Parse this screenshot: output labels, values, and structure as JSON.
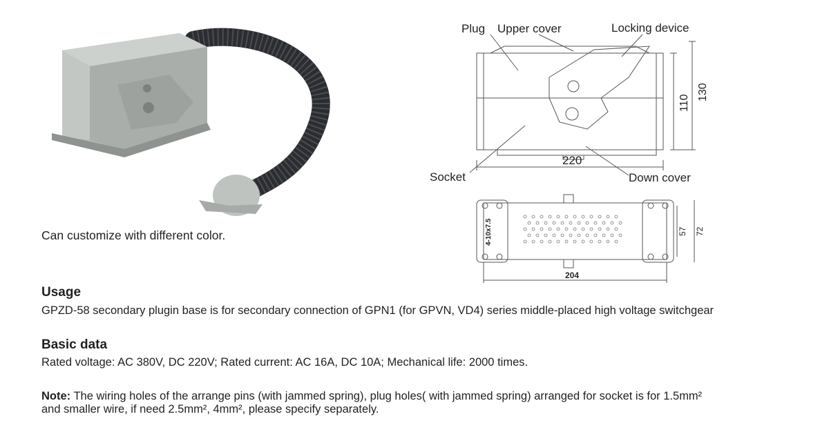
{
  "photo_caption": "Can customize with different color.",
  "diagram_labels": {
    "plug": "Plug",
    "upper_cover": "Upper cover",
    "locking_device": "Locking device",
    "socket": "Socket",
    "down_cover": "Down cover",
    "dim_width": "220",
    "dim_height_inner": "110",
    "dim_height_outer": "130",
    "dim_bottom_width": "204",
    "dim_bottom_inner": "57",
    "dim_bottom_outer": "72",
    "hole_label": "4-10x7.5"
  },
  "usage": {
    "title": "Usage",
    "text": "GPZD-58 secondary plugin base is for secondary connection of GPN1 (for GPVN, VD4) series middle-placed high voltage switchgear"
  },
  "basic_data": {
    "title": "Basic data",
    "text": "Rated voltage: AC 380V, DC 220V; Rated current: AC 16A, DC 10A; Mechanical life: 2000 times."
  },
  "note": {
    "label": "Note:",
    "line1": " The wiring holes of the arrange pins (with jammed spring), plug holes( with jammed spring) arranged for socket is for 1.5mm²",
    "line2": "and smaller wire, if need 2.5mm², 4mm², please specify separately."
  }
}
